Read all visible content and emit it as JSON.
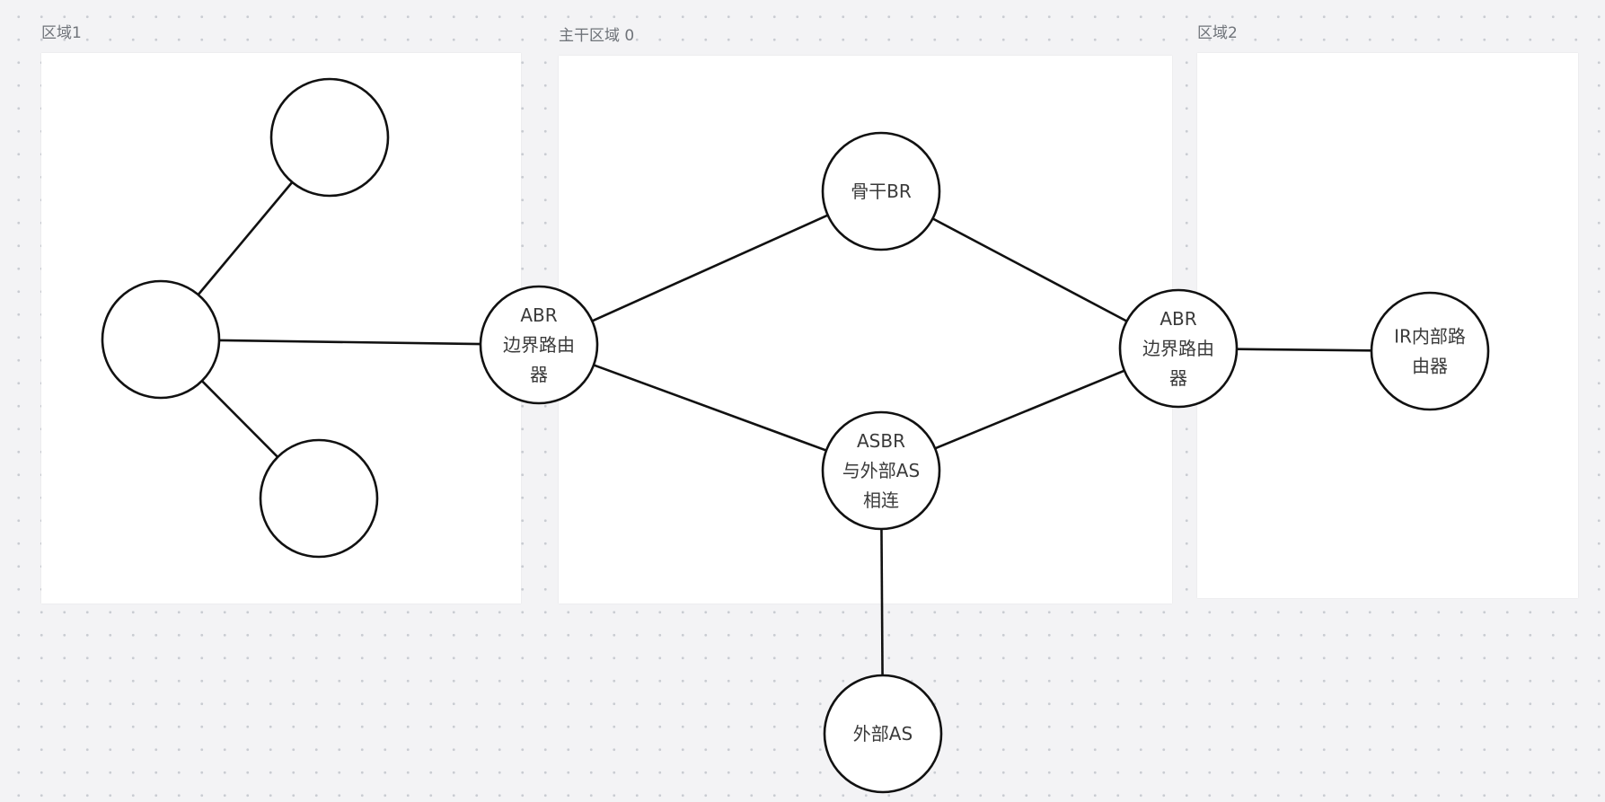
{
  "frames": {
    "area1": {
      "label": "区域1"
    },
    "backbone": {
      "label": "主干区域 0"
    },
    "area2": {
      "label": "区域2"
    }
  },
  "nodes": {
    "area1_top": {
      "lines": []
    },
    "area1_hub": {
      "lines": []
    },
    "area1_bottom": {
      "lines": []
    },
    "abr_left": {
      "lines": [
        "ABR",
        "边界路由",
        "器"
      ]
    },
    "backbone_br": {
      "lines": [
        "骨干BR"
      ]
    },
    "asbr": {
      "lines": [
        "ASBR",
        "与外部AS",
        "相连"
      ]
    },
    "abr_right": {
      "lines": [
        "ABR",
        "边界路由",
        "器"
      ]
    },
    "ir_internal": {
      "lines": [
        "IR内部路",
        "由器"
      ]
    },
    "external_as": {
      "lines": [
        "外部AS"
      ]
    }
  },
  "edges": [
    [
      "area1_hub",
      "area1_top"
    ],
    [
      "area1_hub",
      "area1_bottom"
    ],
    [
      "area1_hub",
      "abr_left"
    ],
    [
      "abr_left",
      "backbone_br"
    ],
    [
      "abr_left",
      "asbr"
    ],
    [
      "backbone_br",
      "abr_right"
    ],
    [
      "asbr",
      "abr_right"
    ],
    [
      "asbr",
      "external_as"
    ],
    [
      "abr_right",
      "ir_internal"
    ]
  ],
  "colors": {
    "stroke": "#111111",
    "text": "#3a3a3a",
    "frame_bg": "#ffffff",
    "canvas_bg": "#f3f3f5"
  }
}
